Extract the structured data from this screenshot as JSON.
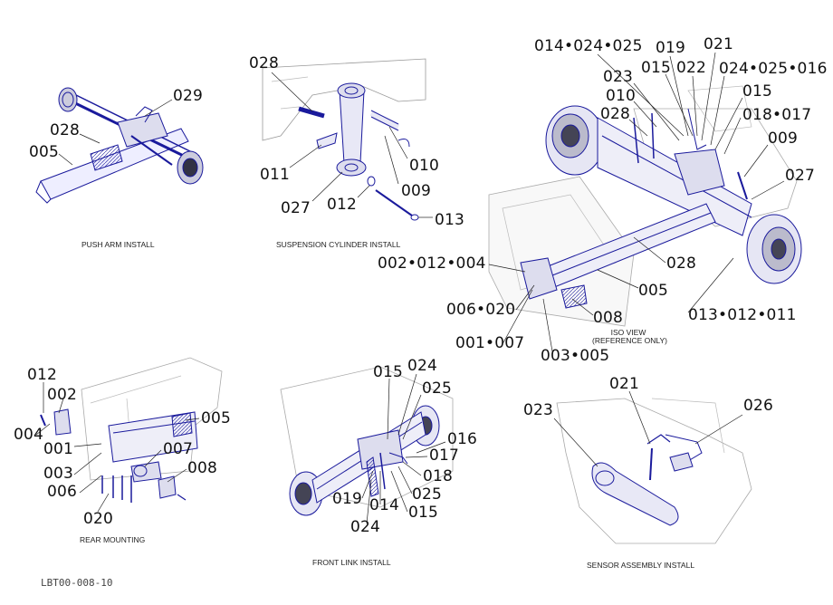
{
  "drawing_number": "LBT00-008-10",
  "colors": {
    "part": "#1a1a9c",
    "frame": "#aaaaaa",
    "leader": "#222222",
    "text": "#111111"
  },
  "views": {
    "push_arm": {
      "caption": "PUSH ARM INSTALL",
      "callouts": [
        "029",
        "028",
        "005"
      ]
    },
    "suspension": {
      "caption": "SUSPENSION CYLINDER INSTALL",
      "callouts": [
        "028",
        "011",
        "027",
        "012",
        "010",
        "009",
        "013"
      ]
    },
    "iso": {
      "caption_line1": "ISO VIEW",
      "caption_line2": "(REFERENCE ONLY)",
      "callouts": [
        "014•024•025",
        "019",
        "021",
        "015",
        "022",
        "024•025•016",
        "023",
        "010",
        "015",
        "028",
        "018•017",
        "009",
        "027",
        "002•012•004",
        "028",
        "005",
        "006•020",
        "008",
        "013•012•011",
        "001•007",
        "003•005"
      ]
    },
    "rear_mounting": {
      "caption": "REAR MOUNTING",
      "callouts": [
        "012",
        "002",
        "004",
        "005",
        "001",
        "007",
        "003",
        "008",
        "006",
        "020"
      ]
    },
    "front_link": {
      "caption": "FRONT LINK INSTALL",
      "callouts": [
        "015",
        "024",
        "025",
        "016",
        "017",
        "018",
        "025",
        "015",
        "019",
        "014",
        "024"
      ]
    },
    "sensor": {
      "caption": "SENSOR ASSEMBLY INSTALL",
      "callouts": [
        "021",
        "023",
        "026"
      ]
    }
  }
}
